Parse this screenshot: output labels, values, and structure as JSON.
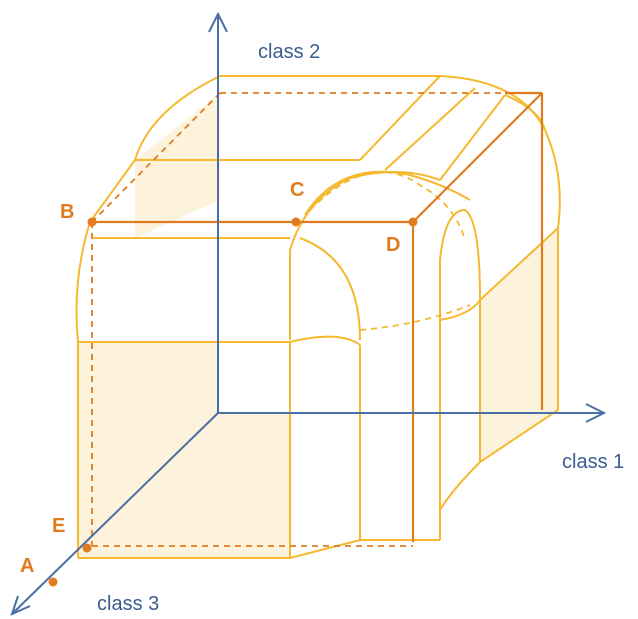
{
  "axes": {
    "x_label": "class 1",
    "y_label": "class 2",
    "z_label": "class 3"
  },
  "points": {
    "A": "A",
    "B": "B",
    "C": "C",
    "D": "D",
    "E": "E"
  },
  "colors": {
    "axis": "#4a6fa5",
    "shape_outline": "#f5b82e",
    "shape_fill": "#fdf2dc",
    "cube_edge": "#e07b20",
    "point": "#e07b20"
  }
}
